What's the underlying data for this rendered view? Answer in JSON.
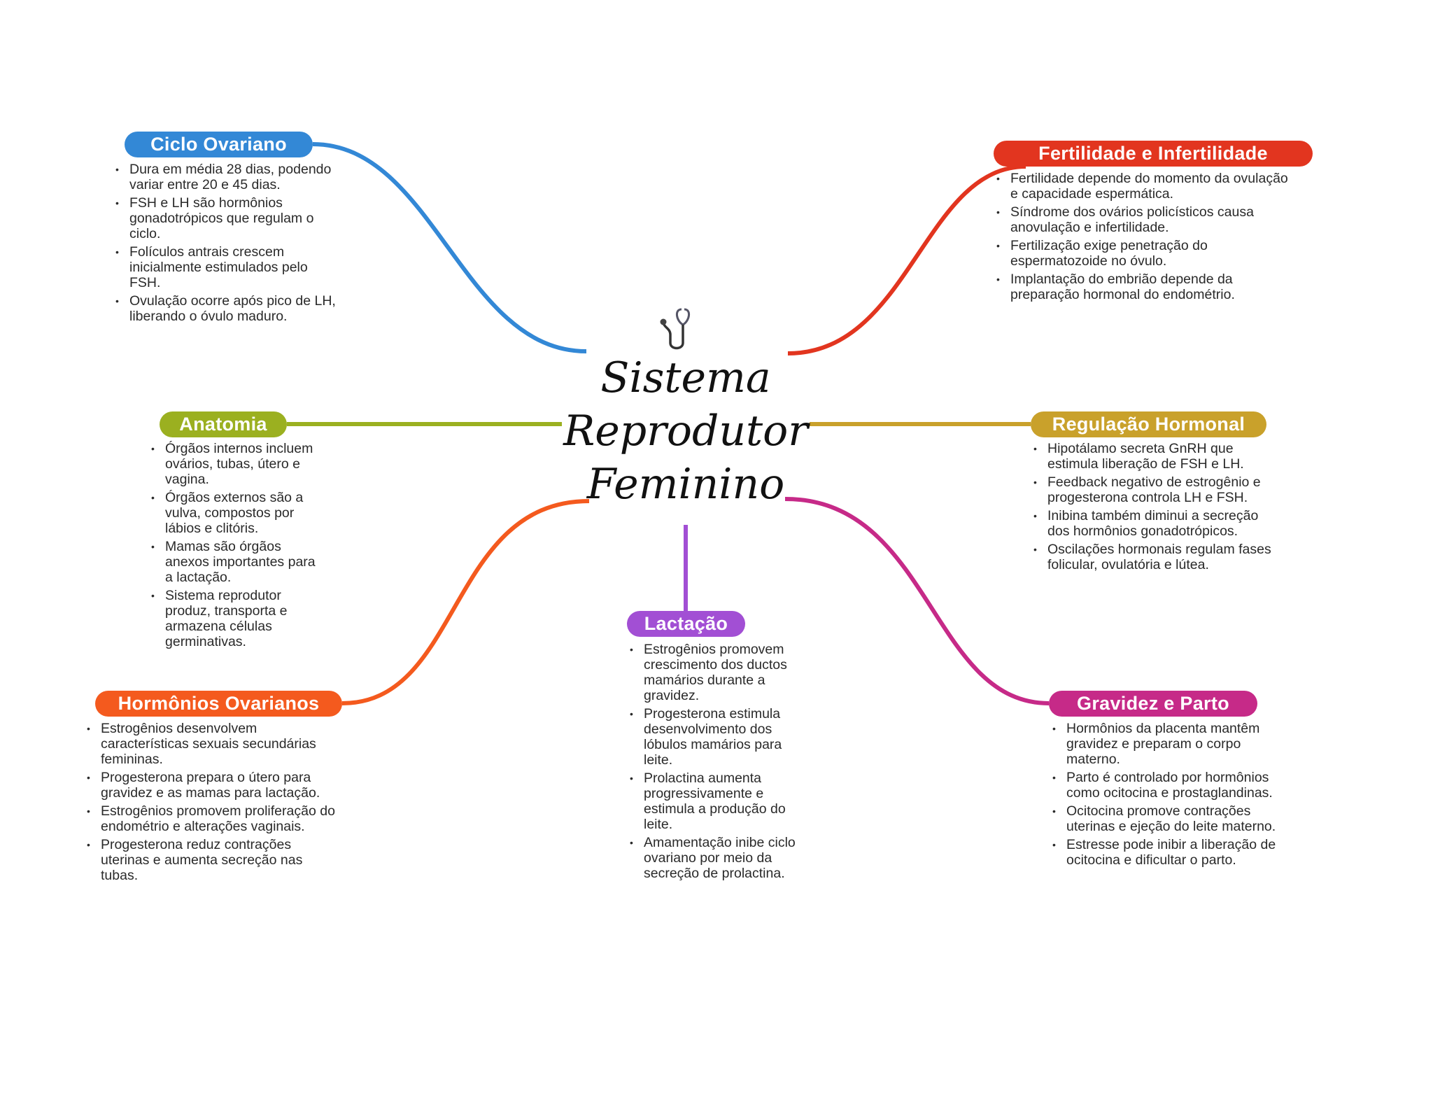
{
  "center": {
    "icon": "stethoscope-icon",
    "title_lines": [
      "Sistema",
      "Reprodutor",
      "Feminino"
    ]
  },
  "colors": {
    "ciclo": "#3388d6",
    "fertilidade": "#e2351f",
    "anatomia": "#9bb020",
    "regulacao": "#c9a12b",
    "hormonios": "#f45a1e",
    "lactacao": "#a24fd4",
    "gravidez": "#c62a88"
  },
  "branches": {
    "ciclo": {
      "label": "Ciclo Ovariano",
      "items": [
        "Dura em média 28 dias, podendo variar entre 20 e 45 dias.",
        "FSH e LH são hormônios gonadotrópicos que regulam o ciclo.",
        "Folículos antrais crescem inicialmente estimulados pelo FSH.",
        "Ovulação ocorre após pico de LH, liberando o óvulo maduro."
      ]
    },
    "fertilidade": {
      "label": "Fertilidade e Infertilidade",
      "items": [
        "Fertilidade depende do momento da ovulação e capacidade espermática.",
        "Síndrome dos ovários policísticos causa anovulação e infertilidade.",
        "Fertilização exige penetração do espermatozoide no óvulo.",
        "Implantação do embrião depende da preparação hormonal do endométrio."
      ]
    },
    "anatomia": {
      "label": "Anatomia",
      "items": [
        "Órgãos internos incluem ovários, tubas, útero e vagina.",
        "Órgãos externos são a vulva, compostos por lábios e clitóris.",
        "Mamas são órgãos anexos importantes para a lactação.",
        "Sistema reprodutor produz, transporta e armazena células germinativas."
      ]
    },
    "regulacao": {
      "label": "Regulação Hormonal",
      "items": [
        "Hipotálamo secreta GnRH que estimula liberação de FSH e LH.",
        "Feedback negativo de estrogênio e progesterona controla LH e FSH.",
        "Inibina também diminui a secreção dos hormônios gonadotrópicos.",
        "Oscilações hormonais regulam fases folicular, ovulatória e lútea."
      ]
    },
    "hormonios": {
      "label": "Hormônios Ovarianos",
      "items": [
        "Estrogênios desenvolvem características sexuais secundárias femininas.",
        "Progesterona prepara o útero para gravidez e as mamas para lactação.",
        "Estrogênios promovem proliferação do endométrio e alterações vaginais.",
        "Progesterona reduz contrações uterinas e aumenta secreção nas tubas."
      ]
    },
    "lactacao": {
      "label": "Lactação",
      "items": [
        "Estrogênios promovem crescimento dos ductos mamários durante a gravidez.",
        "Progesterona estimula desenvolvimento dos lóbulos mamários para leite.",
        "Prolactina aumenta progressivamente e estimula a produção do leite.",
        "Amamentação inibe ciclo ovariano por meio da secreção de prolactina."
      ]
    },
    "gravidez": {
      "label": "Gravidez e Parto",
      "items": [
        "Hormônios da placenta mantêm gravidez e preparam o corpo materno.",
        "Parto é controlado por hormônios como ocitocina e prostaglandinas.",
        "Ocitocina promove contrações uterinas e ejeção do leite materno.",
        "Estresse pode inibir a liberação de ocitocina e dificultar o parto."
      ]
    }
  }
}
